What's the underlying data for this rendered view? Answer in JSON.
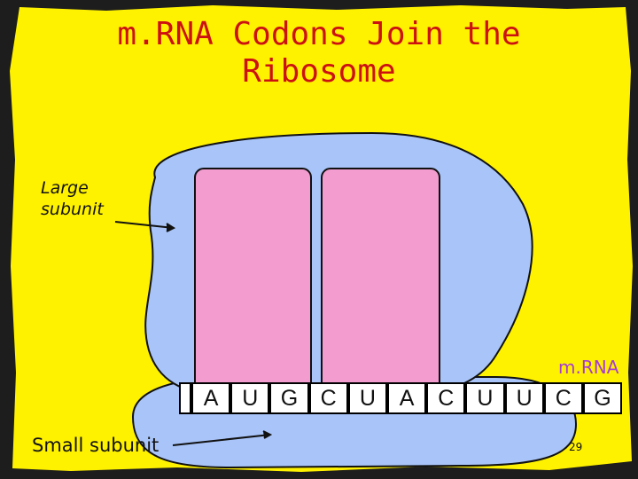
{
  "slide": {
    "title": "m.RNA Codons Join the Ribosome",
    "large_subunit_label": "Large subunit",
    "small_subunit_label": "Small subunit",
    "mrna_label": "m.RNA",
    "page_number": "29"
  },
  "mrna_bases": [
    "A",
    "U",
    "G",
    "C",
    "U",
    "A",
    "C",
    "U",
    "U",
    "C",
    "G"
  ],
  "colors": {
    "background": "#fff200",
    "border": "#1d1d1d",
    "title": "#cc1111",
    "ribosome": "#a8c4f8",
    "binding_site": "#f29ccf",
    "mrna_label": "#a63dd6"
  }
}
